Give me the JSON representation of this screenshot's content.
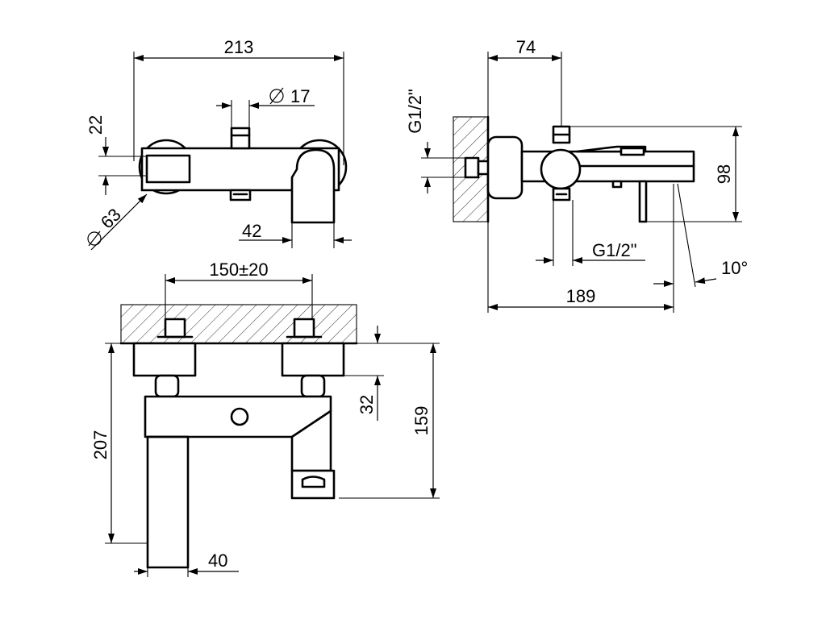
{
  "views": {
    "top": {
      "overall_width": "213",
      "outlet_diameter": "17",
      "inlet_offset": "22",
      "rosette_diameter": "63",
      "spout_width": "42"
    },
    "side": {
      "projection": "74",
      "wall_thread": "G1/2\"",
      "height": "98",
      "outlet_thread": "G1/2\"",
      "angle": "10°",
      "overall_depth": "189"
    },
    "front": {
      "centres": "150±20",
      "body_offset": "32",
      "spout_height": "159",
      "overall_height": "207",
      "lever_width": "40"
    }
  },
  "colors": {
    "line": "#000000",
    "background": "#ffffff"
  }
}
